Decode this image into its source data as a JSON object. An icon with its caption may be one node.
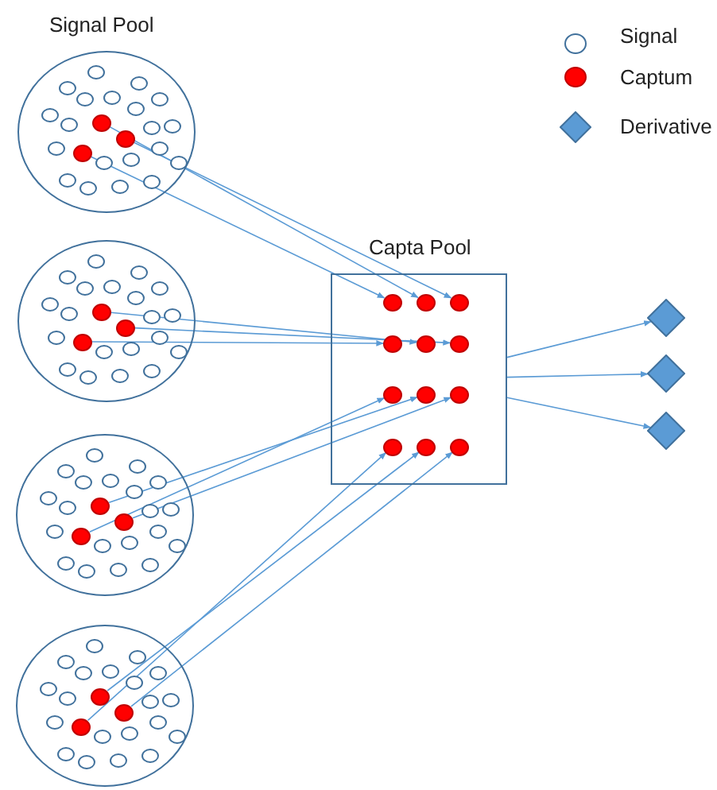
{
  "diagram": {
    "nodes": [
      {
        "text": [
          "Signal Pool"
        ]
      },
      {
        "text": [],
        "shape": "circle",
        "in": 0
      },
      {
        "text": [],
        "shape": "circle",
        "in": 0
      },
      {
        "text": [],
        "shape": "circle",
        "in": 0
      },
      {
        "text": [],
        "shape": "circle",
        "in": 0
      },
      {
        "text": [],
        "shape": "circle",
        "in": 0
      },
      {
        "text": [],
        "shape": "circle",
        "in": 0
      },
      {
        "text": [],
        "shape": "circle",
        "in": 0
      },
      {
        "text": [],
        "shape": "circle",
        "in": 0
      },
      {
        "text": [],
        "shape": "circle",
        "in": 0
      },
      {
        "text": [],
        "shape": "circle",
        "in": 0
      },
      {
        "text": [],
        "shape": "circle",
        "in": 0
      },
      {
        "text": [],
        "shape": "circle",
        "in": 0
      },
      {
        "text": [],
        "shape": "circle",
        "in": 0
      },
      {
        "text": [],
        "shape": "circle",
        "in": 0
      },
      {
        "text": [],
        "shape": "circle",
        "in": 0
      },
      {
        "text": [],
        "shape": "circle",
        "in": 0
      },
      {
        "text": [],
        "shape": "circle",
        "in": 0
      },
      {
        "text": [],
        "shape": "circle",
        "in": 0
      },
      {
        "text": [],
        "shape": "circle",
        "in": 0
      },
      {
        "text": [],
        "shape": "circle",
        "in": 0
      },
      {
        "text": [],
        "shape": "circle",
        "in": 0
      },
      {
        "text": [],
        "shape": "circle",
        "in": 0
      },
      {
        "text": [],
        "shape": "circle",
        "in": 0
      },
      {
        "text": [],
        "shape": "circle"
      },
      {
        "text": [],
        "shape": "circle",
        "in": 24
      },
      {
        "text": [],
        "shape": "circle",
        "in": 24
      },
      {
        "text": [],
        "shape": "circle",
        "in": 24
      },
      {
        "text": [],
        "shape": "circle",
        "in": 24
      },
      {
        "text": [],
        "shape": "circle",
        "in": 24
      },
      {
        "text": [],
        "shape": "circle",
        "in": 24
      },
      {
        "text": [],
        "shape": "circle",
        "in": 24
      },
      {
        "text": [],
        "shape": "circle",
        "in": 24
      },
      {
        "text": [],
        "shape": "circle",
        "in": 24
      },
      {
        "text": [],
        "shape": "circle",
        "in": 24
      },
      {
        "text": [],
        "shape": "circle",
        "in": 24
      },
      {
        "text": [],
        "shape": "circle",
        "in": 24
      },
      {
        "text": [],
        "shape": "circle",
        "in": 24
      },
      {
        "text": [],
        "shape": "circle",
        "in": 24
      },
      {
        "text": [],
        "shape": "circle",
        "in": 24
      },
      {
        "text": [],
        "shape": "circle",
        "in": 24
      },
      {
        "text": [],
        "shape": "circle",
        "in": 24
      },
      {
        "text": [],
        "shape": "circle",
        "in": 24
      },
      {
        "text": [],
        "shape": "circle",
        "in": 24
      },
      {
        "text": [],
        "shape": "circle",
        "in": 24
      },
      {
        "text": [],
        "shape": "circle",
        "in": 24
      },
      {
        "text": [],
        "shape": "circle",
        "in": 24
      },
      {
        "text": [],
        "shape": "circle",
        "in": 24
      },
      {
        "text": [],
        "shape": "circle"
      },
      {
        "text": [],
        "shape": "circle",
        "in": 48
      },
      {
        "text": [],
        "shape": "circle",
        "in": 48
      },
      {
        "text": [],
        "shape": "circle",
        "in": 48
      },
      {
        "text": [],
        "shape": "circle",
        "in": 48
      },
      {
        "text": [],
        "shape": "circle",
        "in": 48
      },
      {
        "text": [],
        "shape": "circle",
        "in": 48
      },
      {
        "text": [],
        "shape": "circle",
        "in": 48
      },
      {
        "text": [],
        "shape": "circle",
        "in": 48
      },
      {
        "text": [],
        "shape": "circle",
        "in": 48
      },
      {
        "text": [],
        "shape": "circle",
        "in": 48
      },
      {
        "text": [],
        "shape": "circle",
        "in": 48
      },
      {
        "text": [],
        "shape": "circle",
        "in": 48
      },
      {
        "text": [],
        "shape": "circle",
        "in": 48
      },
      {
        "text": [],
        "shape": "circle",
        "in": 48
      },
      {
        "text": [],
        "shape": "circle",
        "in": 48
      },
      {
        "text": [],
        "shape": "circle",
        "in": 48
      },
      {
        "text": [],
        "shape": "circle",
        "in": 48
      },
      {
        "text": [],
        "shape": "circle",
        "in": 48
      },
      {
        "text": [],
        "shape": "circle",
        "in": 48
      },
      {
        "text": [],
        "shape": "circle",
        "in": 48
      },
      {
        "text": [],
        "shape": "circle",
        "in": 48
      },
      {
        "text": [],
        "shape": "circle",
        "in": 48
      },
      {
        "text": [],
        "shape": "circle",
        "in": 48
      },
      {
        "text": [],
        "shape": "circle"
      },
      {
        "text": [],
        "shape": "circle",
        "in": 72
      },
      {
        "text": [],
        "shape": "circle",
        "in": 72
      },
      {
        "text": [],
        "shape": "circle",
        "in": 72
      },
      {
        "text": [],
        "shape": "circle",
        "in": 72
      },
      {
        "text": [],
        "shape": "circle",
        "in": 72
      },
      {
        "text": [],
        "shape": "circle",
        "in": 72
      },
      {
        "text": [],
        "shape": "circle",
        "in": 72
      },
      {
        "text": [],
        "shape": "circle",
        "in": 72
      },
      {
        "text": [],
        "shape": "circle",
        "in": 72
      },
      {
        "text": [],
        "shape": "circle",
        "in": 72
      },
      {
        "text": [],
        "shape": "circle",
        "in": 72
      },
      {
        "text": [],
        "shape": "circle",
        "in": 72
      },
      {
        "text": [],
        "shape": "circle",
        "in": 72
      },
      {
        "text": [],
        "shape": "circle",
        "in": 72
      },
      {
        "text": [],
        "shape": "circle",
        "in": 72
      },
      {
        "text": [],
        "shape": "circle",
        "in": 72
      },
      {
        "text": [],
        "shape": "circle",
        "in": 72
      },
      {
        "text": [],
        "shape": "circle",
        "in": 72
      },
      {
        "text": [],
        "shape": "circle",
        "in": 72
      },
      {
        "text": [],
        "shape": "circle",
        "in": 72
      },
      {
        "text": [],
        "shape": "circle",
        "in": 72
      },
      {
        "text": [],
        "shape": "circle",
        "in": 72
      },
      {
        "text": [],
        "shape": "circle",
        "in": 72
      },
      {
        "text": [
          "Capta Pool"
        ]
      },
      {
        "text": [],
        "shape": "circle",
        "in": 96
      },
      {
        "text": [],
        "shape": "circle",
        "in": 96
      },
      {
        "text": [],
        "shape": "circle",
        "in": 96
      },
      {
        "text": [],
        "shape": "circle",
        "in": 96
      },
      {
        "text": [],
        "shape": "circle",
        "in": 96
      },
      {
        "text": [],
        "shape": "circle",
        "in": 96
      },
      {
        "text": [],
        "shape": "circle",
        "in": 96
      },
      {
        "text": [],
        "shape": "circle",
        "in": 96
      },
      {
        "text": [],
        "shape": "circle",
        "in": 96
      },
      {
        "text": [],
        "shape": "circle",
        "in": 96
      },
      {
        "text": [],
        "shape": "circle",
        "in": 96
      },
      {
        "text": [],
        "shape": "circle",
        "in": 96
      },
      {
        "text": [],
        "shape": "diamond"
      },
      {
        "text": [],
        "shape": "diamond"
      },
      {
        "text": [],
        "shape": "diamond"
      }
    ],
    "edges": [
      {
        "from": 16,
        "to": 97,
        "arrow": "to"
      },
      {
        "from": 9,
        "to": 98,
        "arrow": "to"
      },
      {
        "from": 13,
        "to": 99,
        "arrow": "to"
      },
      {
        "from": 40,
        "to": 100,
        "arrow": "to"
      },
      {
        "from": 33,
        "to": 101,
        "arrow": "to"
      },
      {
        "from": 37,
        "to": 102,
        "arrow": "to"
      },
      {
        "from": 64,
        "to": 103,
        "arrow": "to"
      },
      {
        "from": 57,
        "to": 104,
        "arrow": "to"
      },
      {
        "from": 61,
        "to": 105,
        "arrow": "to"
      },
      {
        "from": 88,
        "to": 106,
        "arrow": "to"
      },
      {
        "from": 81,
        "to": 107,
        "arrow": "to"
      },
      {
        "from": 85,
        "to": 108,
        "arrow": "to"
      },
      {
        "from": 96,
        "to": 109,
        "arrow": "to"
      },
      {
        "from": 96,
        "to": 110,
        "arrow": "to"
      },
      {
        "from": 96,
        "to": 111,
        "arrow": "to"
      }
    ],
    "legend": [
      {
        "text": "Signal"
      },
      {
        "text": "Captum"
      },
      {
        "text": "Derivative"
      }
    ]
  }
}
